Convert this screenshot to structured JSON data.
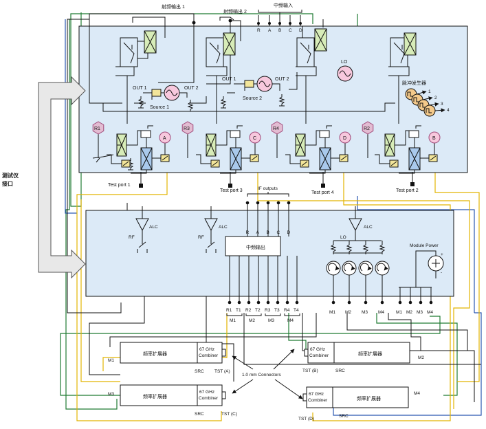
{
  "colors": {
    "panel_fill": "#dceaf7",
    "module_fill": "#dceaf7",
    "hex_fill": "#e3bcd2",
    "hex_stroke": "#a04a7a",
    "circle_fill": "#f7c8dd",
    "switch_green": "#d7ecb8",
    "blue_block": "#a9c9ec",
    "yellow_block": "#f2e59a",
    "pulse_fill": "#f4c98a",
    "wire_yellow": "#e2b400",
    "wire_green": "#1f7a32",
    "wire_blue": "#2a58b0"
  },
  "top_labels": {
    "rf_out_1": "射频输出 1",
    "rf_out_2": "射频输出 2",
    "if_in": "中频输入",
    "if_in_ports": [
      "R",
      "A",
      "B",
      "C",
      "D"
    ]
  },
  "left_label": {
    "line1": "测试仪",
    "line2": "接口"
  },
  "sources": {
    "out1_a": "OUT 1",
    "out2_a": "OUT 2",
    "source1": "Source 1",
    "out1_b": "OUT 1",
    "out2_b": "OUT 2",
    "source2": "Source 2",
    "lo": "LO",
    "pulse_gen": "脉冲发生器",
    "pulse_outputs": [
      "1",
      "2",
      "3",
      "4"
    ]
  },
  "receivers": {
    "hexes": [
      "R1",
      "R3",
      "R4",
      "R2"
    ],
    "circles": [
      "A",
      "C",
      "D",
      "B"
    ]
  },
  "test_ports": {
    "p1": "Test port 1",
    "p3": "Test port 3",
    "p4": "Test port 4",
    "p2": "Test port 2"
  },
  "lower_module": {
    "if_outputs": "IF outputs",
    "alc": "ALC",
    "rf": "RF",
    "lo": "LO",
    "module_power": "Module Power",
    "plus": "+",
    "minus": "-",
    "if_out_box": "中频输出",
    "if_out_ports": [
      "R",
      "A",
      "B",
      "C",
      "D"
    ],
    "if_pins": [
      "R1",
      "T1",
      "R2",
      "T2",
      "R3",
      "T3",
      "R4",
      "T4"
    ],
    "if_pin_groups": [
      "M1",
      "M2",
      "M3",
      "M4"
    ],
    "lo_pins": [
      "M1",
      "M2",
      "M3",
      "M4"
    ],
    "power_pins": [
      "M1",
      "M2",
      "M3",
      "M4"
    ]
  },
  "extenders": {
    "body_label": "频率扩展器",
    "combiner_line1": "67 GHz",
    "combiner_line2": "Combiner",
    "src": "SRC",
    "m1": {
      "name": "M1",
      "tst": "TST (A)"
    },
    "m2": {
      "name": "M2",
      "tst": "TST (B)"
    },
    "m3": {
      "name": "M3",
      "tst": "TST (C)"
    },
    "m4": {
      "name": "M4",
      "tst": "TST (D)"
    },
    "connectors": "1.0 mm Connectors"
  }
}
